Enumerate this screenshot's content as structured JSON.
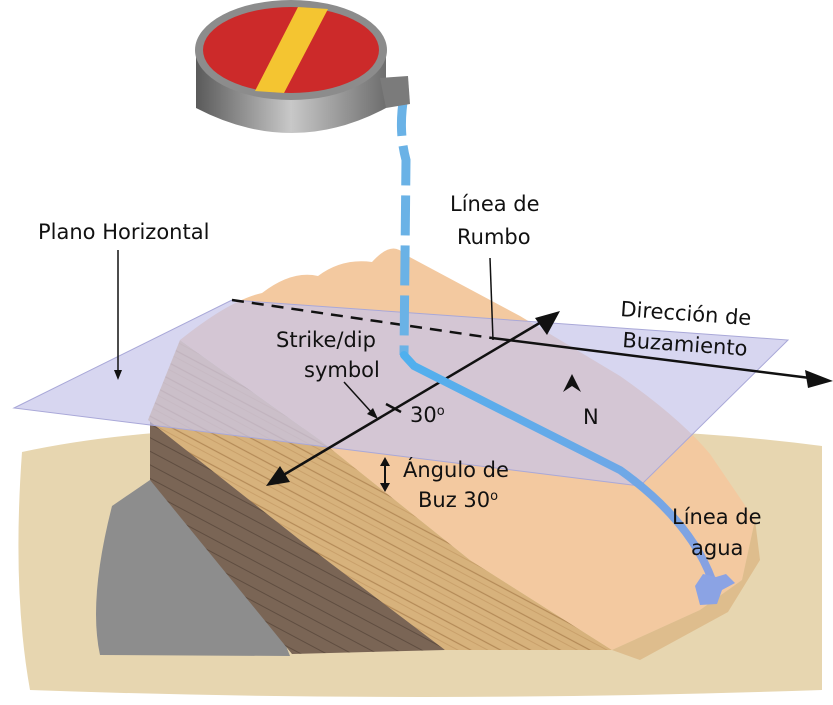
{
  "labels": {
    "plano_horizontal": "Plano Horizontal",
    "linea_de_rumbo_1": "Línea de",
    "linea_de_rumbo_2": "Rumbo",
    "direccion_1": "Dirección de",
    "direccion_2": "Buzamiento",
    "strike_dip_1": "Strike/dip",
    "strike_dip_2": "symbol",
    "angle_30": "30",
    "angle_sup": "o",
    "angulo_1": "Ángulo de",
    "angulo_2": "Buz 30",
    "angulo_sup": "o",
    "linea_agua_1": "Línea de",
    "linea_agua_2": "agua",
    "north": "N"
  },
  "colors": {
    "ground": "#e7d6b0",
    "rock_face": "#f3c9a0",
    "rock_side": "#dcb887",
    "rock_dark": "#7d6a5a",
    "rock_grey": "#8d8d8d",
    "plane": "#c6c5ea",
    "water": "#6ab2e6",
    "bucket_red": "#cc2a2a",
    "bucket_yellow": "#f4c531",
    "bucket_grey": "#8c8c8c"
  }
}
